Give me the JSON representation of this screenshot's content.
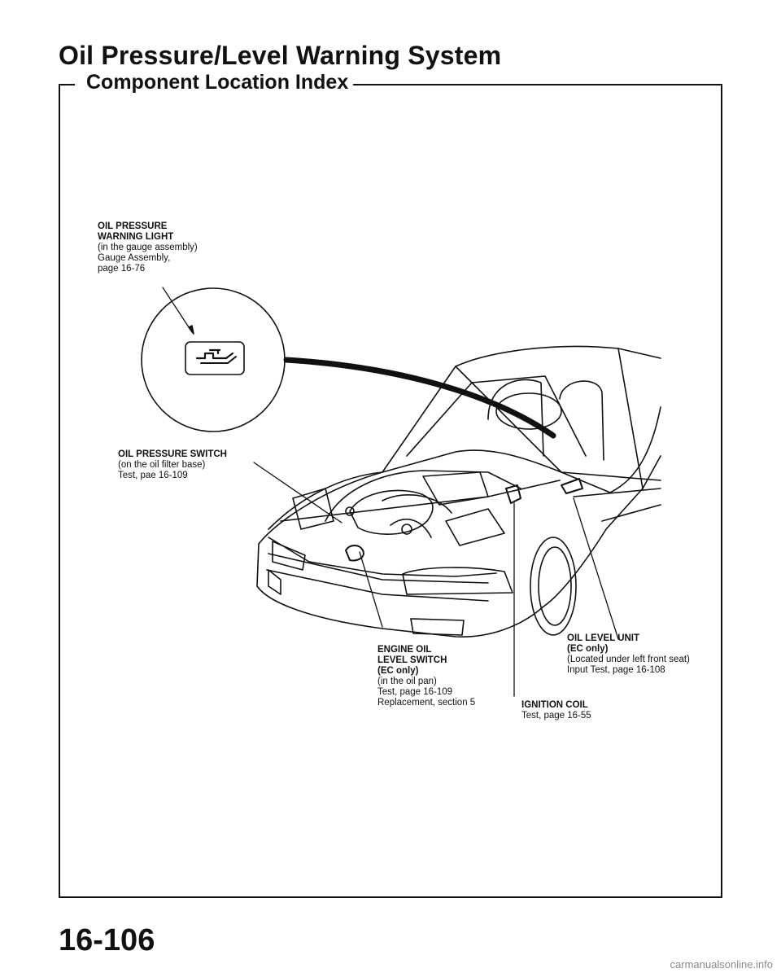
{
  "document": {
    "title": "Oil Pressure/Level Warning System",
    "section_title": "Component Location Index",
    "page_number": "16-106",
    "watermark": "carmanualsonline.info"
  },
  "callouts": {
    "oil_pressure_warning_light": {
      "heading": [
        "OIL PRESSURE",
        "WARNING LIGHT"
      ],
      "lines": [
        "(in the gauge assembly)",
        "Gauge Assembly,",
        "page 16-76"
      ]
    },
    "oil_pressure_switch": {
      "heading": [
        "OIL PRESSURE SWITCH"
      ],
      "lines": [
        "(on the oil filter base)",
        "Test, pae 16-109"
      ]
    },
    "engine_oil_level_switch": {
      "heading": [
        "ENGINE OIL",
        "LEVEL SWITCH",
        "(EC only)"
      ],
      "lines": [
        "(in the oil pan)",
        "Test, page 16-109",
        "Replacement, section 5"
      ]
    },
    "ignition_coil": {
      "heading": [
        "IGNITION COIL"
      ],
      "lines": [
        "Test, page 16-55"
      ]
    },
    "oil_level_unit": {
      "heading": [
        "OIL LEVEL UNIT",
        "(EC only)"
      ],
      "lines": [
        "(Located under left front seat)",
        "Input Test, page 16-108"
      ]
    }
  }
}
